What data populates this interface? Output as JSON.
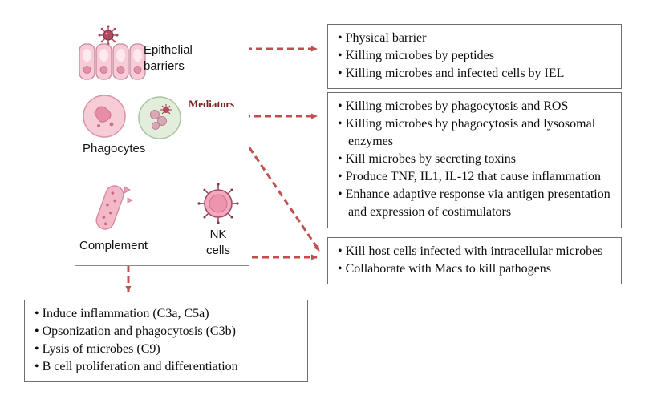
{
  "colors": {
    "arrow": "#c0504d",
    "mediators": "#7b1f1f"
  },
  "diagram": {
    "mediators_label": "Mediators",
    "panel": {
      "epithelial_label": "Epithelial barriers",
      "phagocytes_label": "Phagocytes",
      "complement_label": "Complement",
      "nk_label": "NK cells"
    },
    "boxes": {
      "epithelial": {
        "items": [
          "Physical barrier",
          "Killing microbes by peptides",
          "Killing microbes and infected cells by IEL"
        ]
      },
      "phagocytes": {
        "items": [
          "Killing microbes by phagocytosis and ROS",
          "Killing microbes by phagocytosis and lysosomal enzymes",
          "Kill microbes by secreting toxins",
          "Produce TNF, IL1, IL-12 that cause inflammation",
          "Enhance adaptive response via antigen presentation and expression of costimulators"
        ]
      },
      "nk": {
        "items": [
          "Kill host cells infected with intracellular microbes",
          "Collaborate with Macs to kill pathogens"
        ]
      },
      "complement": {
        "items": [
          "Induce inflammation (C3a, C5a)",
          "Opsonization and phagocytosis (C3b)",
          "Lysis of microbes (C9)",
          "B cell proliferation and differentiation"
        ]
      }
    }
  }
}
